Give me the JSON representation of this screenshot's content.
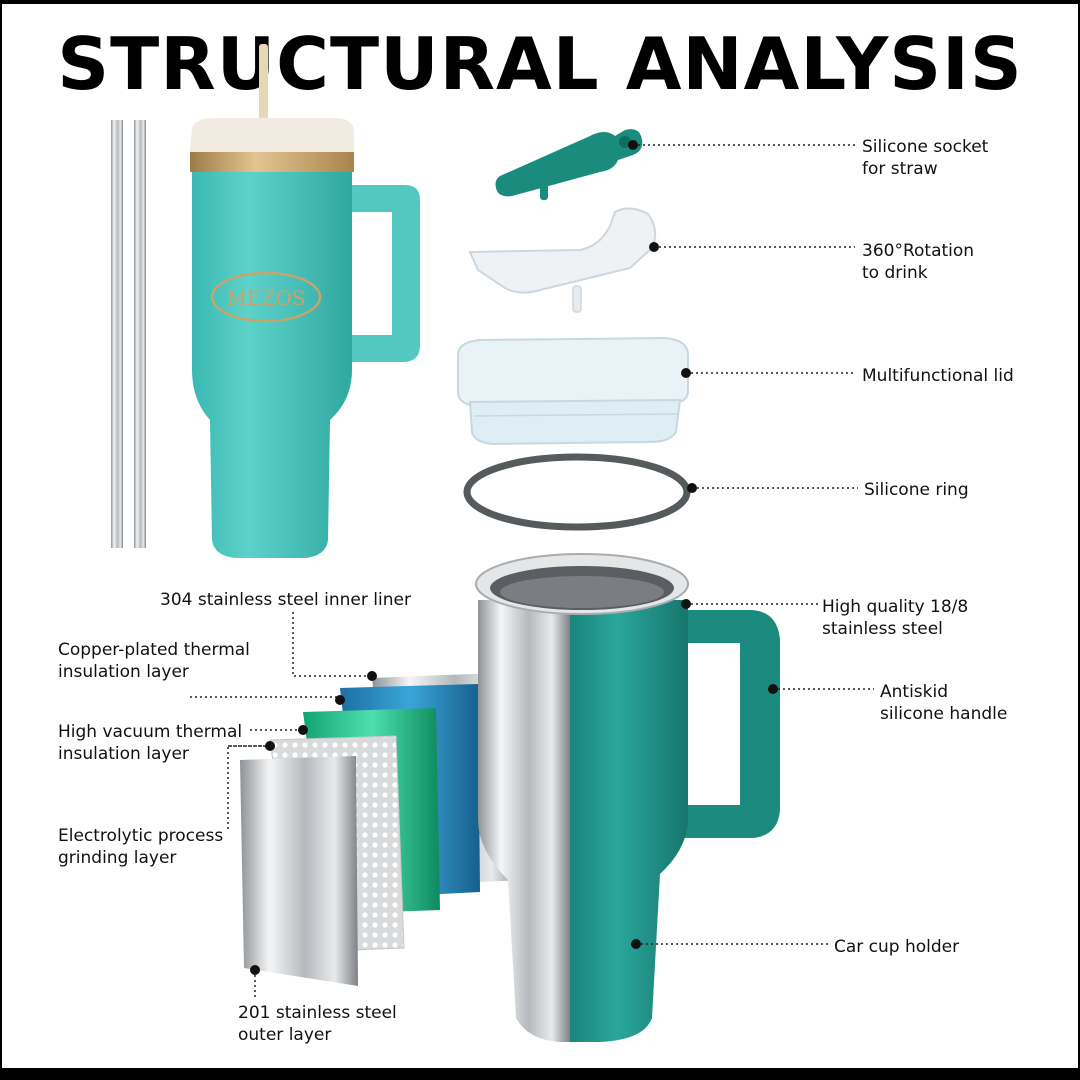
{
  "title": "STRUCTURAL ANALYSIS",
  "brand_text": "MEZOS",
  "callouts": {
    "silicone_socket": {
      "line1": "Silicone socket",
      "line2": "for straw"
    },
    "rotation": {
      "line1": "360°Rotation",
      "line2": "to drink"
    },
    "lid": {
      "line1": "Multifunctional lid"
    },
    "ring": {
      "line1": "Silicone ring"
    },
    "steel": {
      "line1": "High quality 18/8",
      "line2": "stainless steel"
    },
    "handle": {
      "line1": "Antiskid",
      "line2": "silicone handle"
    },
    "cup_holder": {
      "line1": "Car cup holder"
    },
    "inner_liner": {
      "line1": "304 stainless steel inner liner"
    },
    "copper": {
      "line1": "Copper-plated thermal",
      "line2": "insulation layer"
    },
    "vacuum": {
      "line1": "High vacuum thermal",
      "line2": "insulation layer"
    },
    "grinding": {
      "line1": "Electrolytic process",
      "line2": "grinding layer"
    },
    "outer": {
      "line1": "201 stainless steel",
      "line2": "outer layer"
    }
  },
  "colors": {
    "tumbler_teal": "#49c3bd",
    "dark_teal": "#1f8f86",
    "socket_green": "#1a8c7d",
    "steel": "#c9ccd0",
    "gold": "#c8a46a"
  }
}
